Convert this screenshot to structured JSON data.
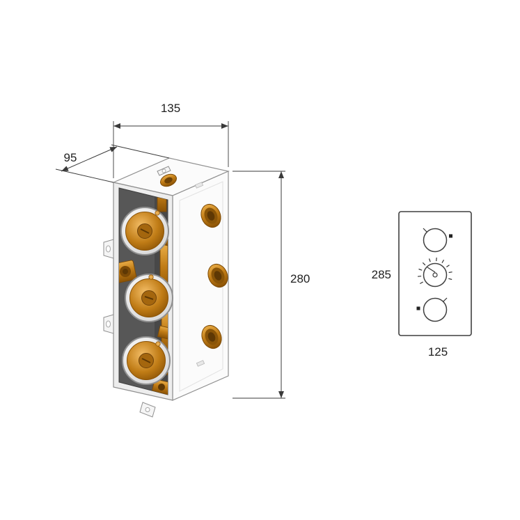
{
  "diagram": {
    "dimensions": {
      "top_width": "135",
      "depth": "95",
      "body_height": "280",
      "plate_height": "285",
      "plate_width": "125"
    },
    "colors": {
      "page_bg": "#ffffff",
      "line": "#3a3a3a",
      "text": "#1f1f1f",
      "box_outline": "#8f8f8f",
      "box_fill": "#fbfbfb",
      "rim": "#ededed",
      "interior": "#575757",
      "interior_dark": "#484848",
      "brass": "#c07c16",
      "brass_light": "#e9a83f",
      "brass_dark": "#7c4a06",
      "cap_ring": "#e8e8e8"
    }
  }
}
